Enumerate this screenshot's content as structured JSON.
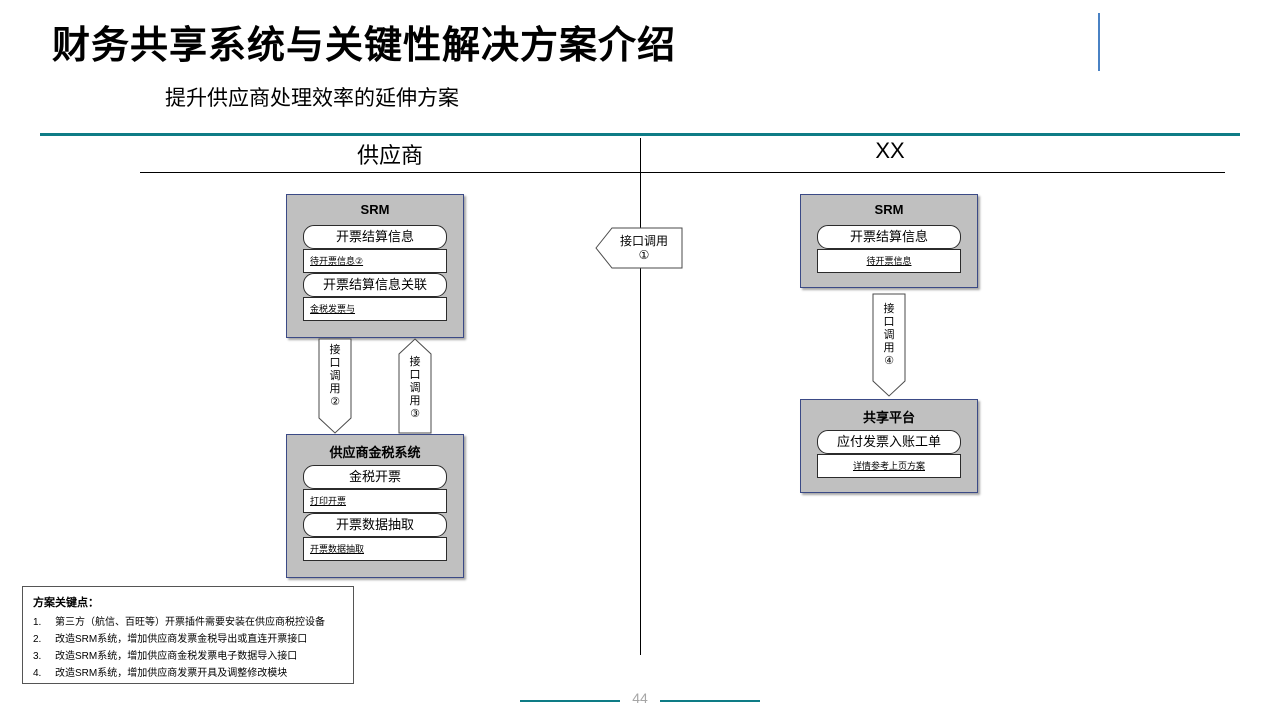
{
  "header": {
    "title": "财务共享系统与关键性解决方案介绍",
    "subtitle": "提升供应商处理效率的延伸方案",
    "accent_teal": "#0e7c86",
    "accent_blue": "#4a82c4"
  },
  "lanes": {
    "left_label": "供应商",
    "right_label": "XX"
  },
  "boxes": {
    "srm_left": {
      "title": "SRM",
      "rows": [
        {
          "type": "round",
          "text": "开票结算信息"
        },
        {
          "type": "square",
          "text": "待开票信息②"
        },
        {
          "type": "round",
          "text": "开票结算信息关联"
        },
        {
          "type": "square",
          "text": "金税发票与"
        }
      ]
    },
    "gold_tax": {
      "title": "供应商金税系统",
      "rows": [
        {
          "type": "round",
          "text": "金税开票"
        },
        {
          "type": "square",
          "text": "打印开票"
        },
        {
          "type": "round",
          "text": "开票数据抽取"
        },
        {
          "type": "square",
          "text": "开票数据抽取"
        }
      ]
    },
    "srm_right": {
      "title": "SRM",
      "rows": [
        {
          "type": "round",
          "text": "开票结算信息"
        },
        {
          "type": "square",
          "text": "待开票信息"
        }
      ]
    },
    "shared_platform": {
      "title": "共享平台",
      "rows": [
        {
          "type": "round",
          "text": "应付发票入账工单"
        },
        {
          "type": "square",
          "text": "详情参考上页方案"
        }
      ]
    }
  },
  "arrows": {
    "center": {
      "label": "接口调用",
      "index": "①",
      "direction": "left"
    },
    "left_down": {
      "label_chars": [
        "接",
        "口",
        "调",
        "用"
      ],
      "index": "②",
      "direction": "down"
    },
    "left_up": {
      "label_chars": [
        "接",
        "口",
        "调",
        "用"
      ],
      "index": "③",
      "direction": "up"
    },
    "right_down": {
      "label_chars": [
        "接",
        "口",
        "调",
        "用"
      ],
      "index": "④",
      "direction": "down"
    }
  },
  "keypoints": {
    "title": "方案关键点：",
    "items": [
      {
        "num": "1.",
        "text": "第三方（航信、百旺等）开票插件需要安装在供应商税控设备"
      },
      {
        "num": "2.",
        "text": "改造SRM系统，增加供应商发票金税导出或直连开票接口"
      },
      {
        "num": "3.",
        "text": "改造SRM系统，增加供应商金税发票电子数据导入接口"
      },
      {
        "num": "4.",
        "text": "改造SRM系统，增加供应商发票开具及调整修改模块"
      }
    ]
  },
  "footer": {
    "page_number": "44"
  }
}
